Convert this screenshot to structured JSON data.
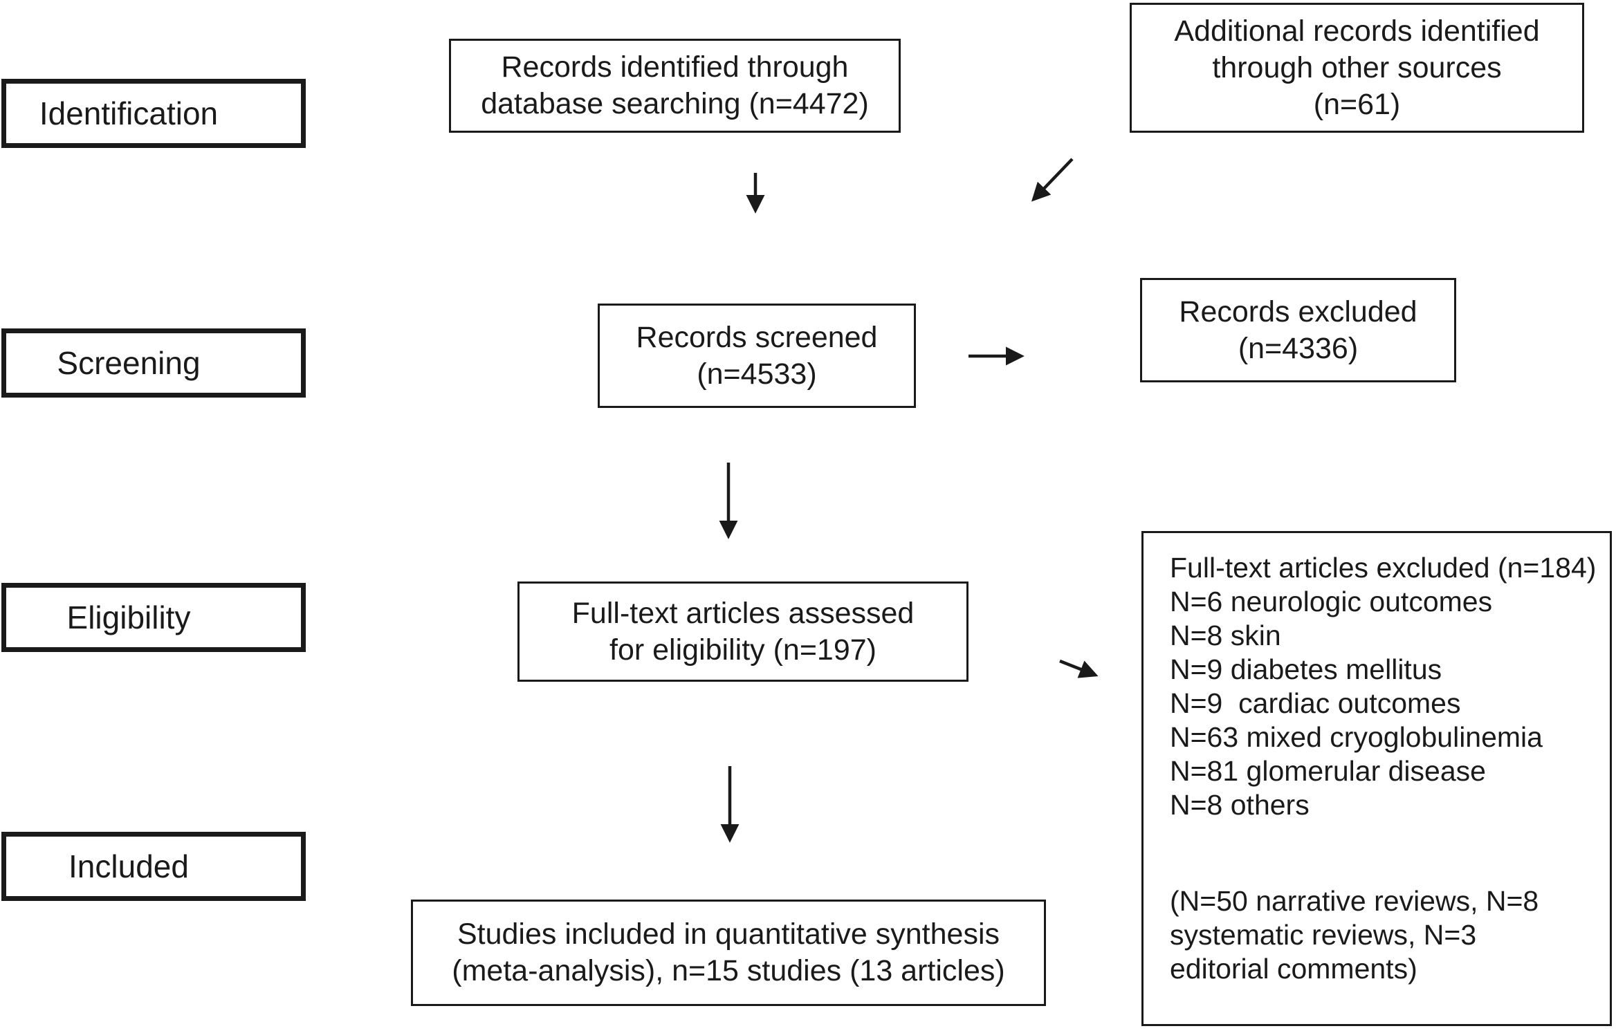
{
  "colors": {
    "ink": "#1a1a1a",
    "background": "#ffffff"
  },
  "flowchart": {
    "stage_labels": [
      "Identification",
      "Screening",
      "Eligibility",
      "Included"
    ],
    "boxes": {
      "records_identified": {
        "lines": [
          "Records identified through",
          "database searching (n=4472)"
        ]
      },
      "additional_records": {
        "lines": [
          "Additional records identified",
          "through other sources",
          "(n=61)"
        ]
      },
      "records_screened": {
        "lines": [
          "Records screened",
          "(n=4533)"
        ]
      },
      "records_excluded": {
        "lines": [
          "Records excluded",
          "(n=4336)"
        ]
      },
      "fulltext_assessed": {
        "lines": [
          "Full-text articles assessed",
          "for eligibility (n=197)"
        ]
      },
      "studies_included": {
        "lines": [
          "Studies included in quantitative synthesis",
          "(meta-analysis), n=15 studies (13 articles)"
        ]
      },
      "fulltext_excluded": {
        "title": "Full-text articles excluded (n=184)",
        "reasons": [
          "N=6 neurologic outcomes",
          "N=8 skin",
          "N=9 diabetes mellitus",
          "N=9  cardiac outcomes",
          "N=63 mixed cryoglobulinemia",
          "N=81 glomerular disease",
          "N=8 others"
        ],
        "note_lines": [
          "(N=50 narrative reviews, N=8",
          "systematic reviews, N=3",
          "editorial comments)"
        ]
      }
    }
  }
}
